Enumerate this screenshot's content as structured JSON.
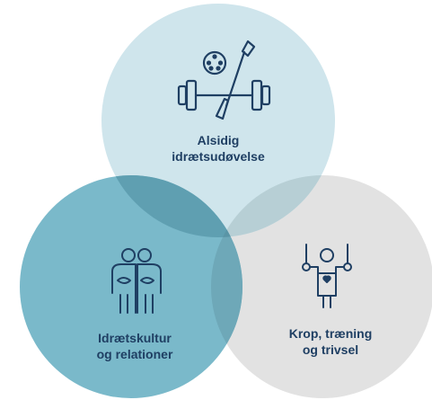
{
  "circles": {
    "top": {
      "lines": [
        "Alsidig",
        "idrætsudøvelse"
      ],
      "fill": "#cfe5ec",
      "icons": [
        "film-reel-icon",
        "paddle-icon",
        "barbell-icon"
      ]
    },
    "left": {
      "lines": [
        "Idrætskultur",
        "og relationer"
      ],
      "fill": "#7ab9ca",
      "icons": [
        "two-people-icon"
      ]
    },
    "right": {
      "lines": [
        "Krop, træning",
        "og trivsel"
      ],
      "fill": "#e2e2e2",
      "icons": [
        "gymnast-rings-icon"
      ]
    }
  },
  "colors": {
    "text": "#1f3f63",
    "icon_stroke": "#1f3f63"
  }
}
